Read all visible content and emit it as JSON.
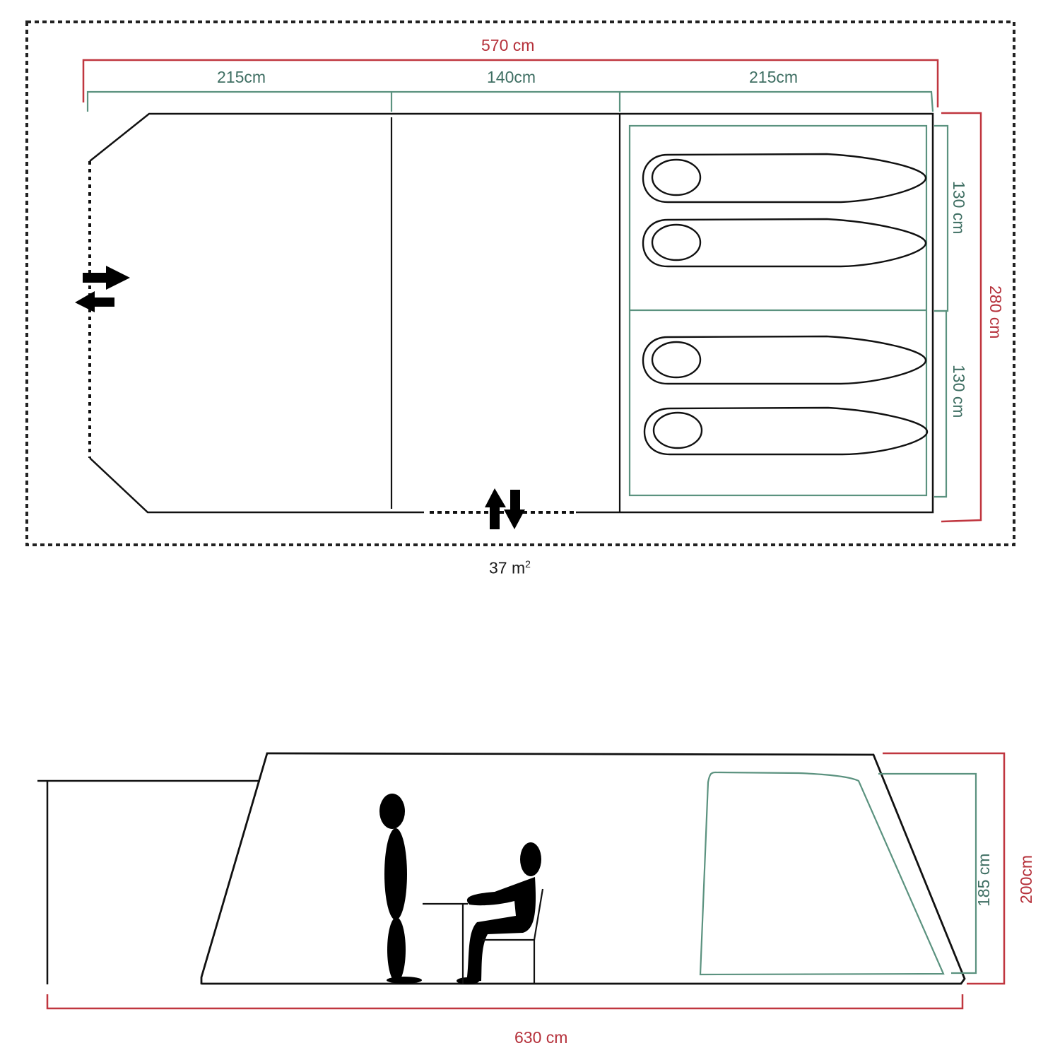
{
  "floor_plan": {
    "total_length_label": "570 cm",
    "section_labels": [
      "215cm",
      "140cm",
      "215cm"
    ],
    "width_label": "280 cm",
    "bedroom_labels": [
      "130 cm",
      "130 cm"
    ],
    "area_value": "37 m",
    "area_superscript": "2",
    "entrances": [
      "side-entrance-arrows",
      "front-entrance-arrows"
    ],
    "sleeping_bags": 4
  },
  "side_view": {
    "total_length_label": "630 cm",
    "bedroom_height_label": "185 cm",
    "total_height_label": "200cm"
  },
  "colors": {
    "outline": "#111111",
    "total_dimension": "#b5303a",
    "inner_dimension": "#4f8a78",
    "dotted_border": "#222222"
  }
}
